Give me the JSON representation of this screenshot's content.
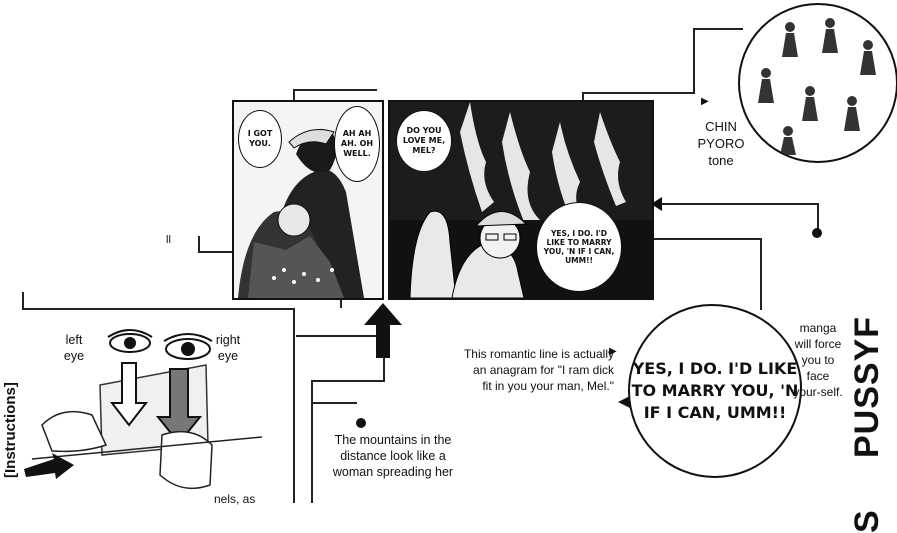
{
  "panels": {
    "left_bubble_1": "I GOT YOU.",
    "left_bubble_2": "AH AH AH. OH WELL.",
    "right_bubble_1": "DO YOU LOVE ME, MEL?",
    "right_bubble_2": "YES, I DO. I'D LIKE TO MARRY YOU, 'N IF I CAN, UMM!!"
  },
  "annotations": {
    "chin_pyoro": "CHIN PYORO tone",
    "romantic_line": "This romantic line is actually an anagram for \"I ram dick fit in you your man, Mel.\"",
    "big_bubble": "YES, I DO. I'D LIKE TO MARRY YOU, 'N IF I CAN, UMM!!",
    "manga_note": "manga will force you to face your-self.",
    "mountains": "The mountains in the distance look like a woman spreading her",
    "small_mark": "ll"
  },
  "instructions": {
    "heading": "[Instructions]",
    "left_eye": "left eye",
    "right_eye": "right eye",
    "cut_text": "nels, as"
  },
  "side_title": "PUSSYF",
  "side_title_2": "S"
}
